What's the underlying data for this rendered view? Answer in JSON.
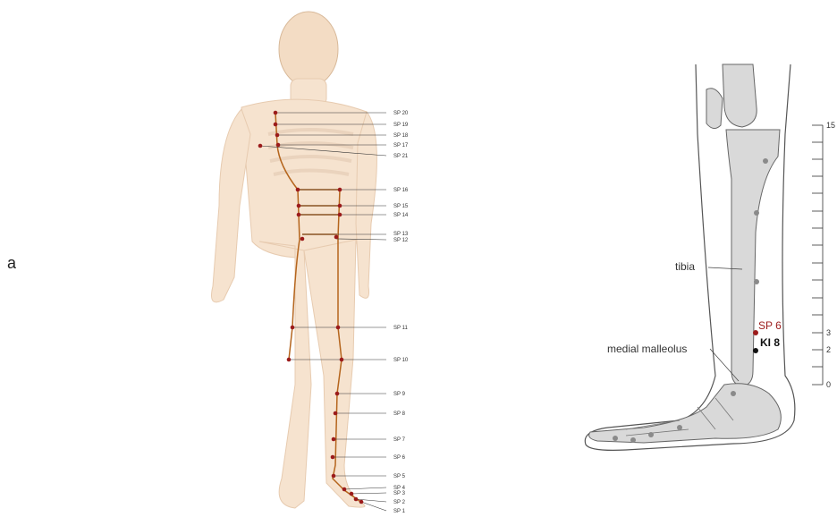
{
  "panel_label": "a",
  "body_points": [
    {
      "label": "SP 20"
    },
    {
      "label": "SP 19"
    },
    {
      "label": "SP 18"
    },
    {
      "label": "SP 17"
    },
    {
      "label": "SP 21"
    },
    {
      "label": "SP 16"
    },
    {
      "label": "SP 15"
    },
    {
      "label": "SP 14"
    },
    {
      "label": "SP 13"
    },
    {
      "label": "SP 12"
    },
    {
      "label": "SP 11"
    },
    {
      "label": "SP 10"
    },
    {
      "label": "SP 9"
    },
    {
      "label": "SP 8"
    },
    {
      "label": "SP 7"
    },
    {
      "label": "SP 6"
    },
    {
      "label": "SP 5"
    },
    {
      "label": "SP 4"
    },
    {
      "label": "SP 3"
    },
    {
      "label": "SP 2"
    },
    {
      "label": "SP 1"
    }
  ],
  "leg_diagram": {
    "labels": {
      "tibia": "tibia",
      "malleolus": "medial malleolus",
      "sp6": "SP 6",
      "ki8": "KI 8"
    },
    "scale_ticks": {
      "top": "15",
      "mid_a": "3",
      "mid_b": "2",
      "bottom": "0"
    },
    "colors": {
      "sp": "#9b1b1b",
      "ki": "#111111",
      "bone": "#d9d9d9",
      "outline": "#555555"
    }
  },
  "colors": {
    "skin": "#f6e3cf",
    "meridian": "#b5651d",
    "point": "#9b1b1b"
  }
}
